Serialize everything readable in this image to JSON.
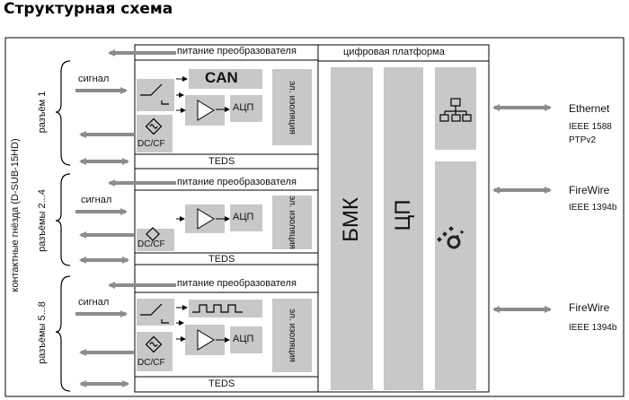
{
  "title": "Структурная схема",
  "left_label": "контактные гнёзда (D-SUB-15HD)",
  "connectors": [
    "разъём 1",
    "разъёмы 2...4",
    "разъёмы 5...8"
  ],
  "signal_label": "сигнал",
  "power_label": "питание преобразователя",
  "digital_platform_label": "цифровая платформа",
  "can_label": "CAN",
  "adc_label": "АЦП",
  "isolation_label": "эл. изоляция",
  "dccf_label": "DC/CF",
  "teds_label": "TEDS",
  "bmk_label": "БМК",
  "cpu_label": "ЦП",
  "interfaces": [
    {
      "name": "Ethernet",
      "lines": [
        "IEEE 1588",
        "PTPv2"
      ]
    },
    {
      "name": "FireWire",
      "lines": [
        "IEEE 1394b"
      ]
    },
    {
      "name": "FireWire",
      "lines": [
        "IEEE 1394b"
      ]
    }
  ],
  "icons": [
    "network-icon",
    "firewire-icon",
    "sine-wave-icon",
    "switch-icon",
    "amplifier-icon",
    "pulse-wave-icon"
  ],
  "colors": {
    "block_fill": "#c8c8c8",
    "arrow": "#8c8c8c",
    "line": "#000000"
  }
}
